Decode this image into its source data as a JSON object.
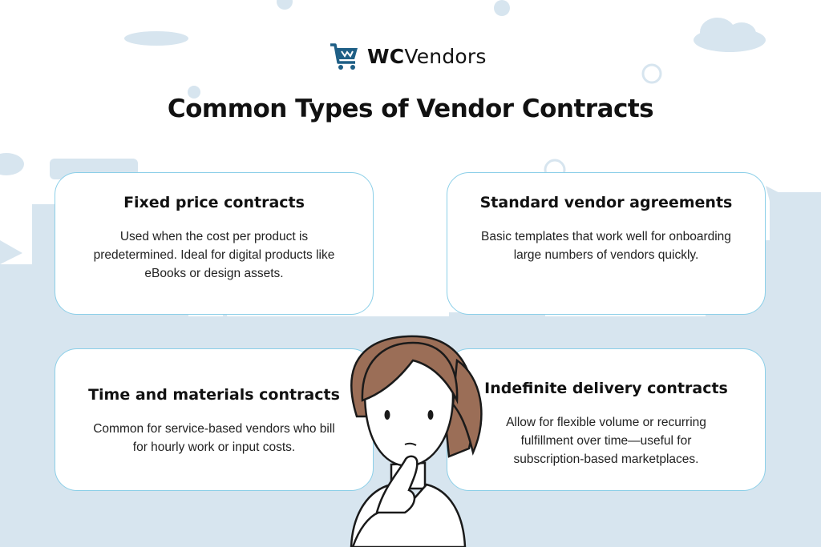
{
  "brand": {
    "logo_bold": "WC",
    "logo_regular": "Vendors"
  },
  "title": "Common Types of Vendor Contracts",
  "cards": [
    {
      "heading": "Fixed price contracts",
      "body": "Used when the cost per product is predetermined. Ideal for digital products like eBooks or design assets."
    },
    {
      "heading": "Standard vendor agreements",
      "body": "Basic templates that work well for onboarding large numbers of vendors quickly."
    },
    {
      "heading": "Time and materials contracts",
      "body": "Common for service-based vendors who bill for hourly work or input costs."
    },
    {
      "heading": "Indefinite delivery contracts",
      "body": "Allow for flexible volume or recurring fulfillment over time—useful for subscription-based marketplaces."
    }
  ],
  "colors": {
    "background_shapes": "#d7e5ef",
    "card_border": "#8ccfe8",
    "logo_icon": "#1f5f86",
    "hair": "#9b6e57"
  }
}
